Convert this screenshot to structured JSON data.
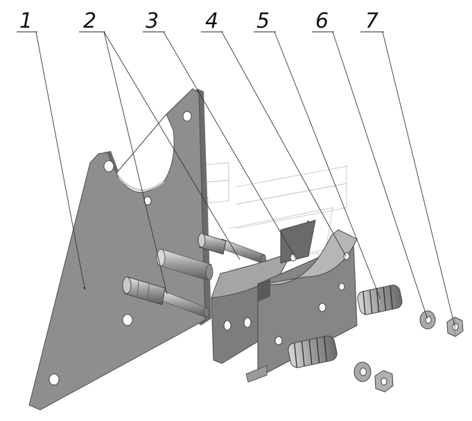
{
  "callouts": [
    {
      "id": "1",
      "label": "1"
    },
    {
      "id": "2",
      "label": "2"
    },
    {
      "id": "3",
      "label": "3"
    },
    {
      "id": "4",
      "label": "4"
    },
    {
      "id": "5",
      "label": "5"
    },
    {
      "id": "6",
      "label": "6"
    },
    {
      "id": "7",
      "label": "7"
    }
  ],
  "colors": {
    "plate_face": "#8c8c8c",
    "plate_dark": "#5f5f5f",
    "plate_edge": "#c9c9c9",
    "metal_light": "#b4b4b4",
    "background": "#ffffff"
  }
}
